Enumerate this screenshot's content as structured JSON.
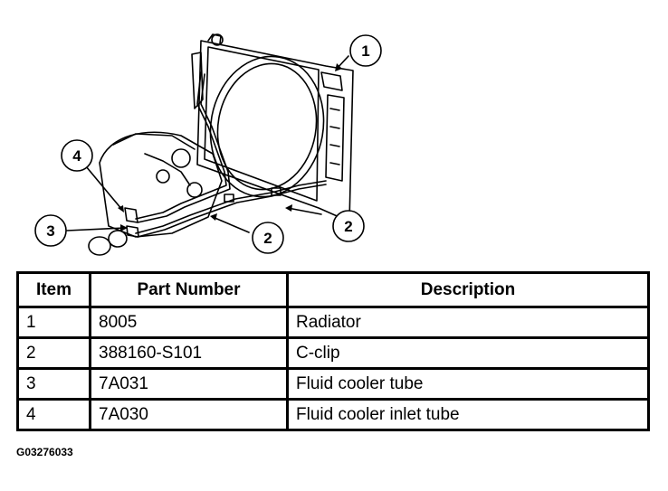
{
  "callouts": [
    "1",
    "2",
    "2",
    "3",
    "4"
  ],
  "table": {
    "headers": [
      "Item",
      "Part Number",
      "Description"
    ],
    "rows": [
      [
        "1",
        "8005",
        "Radiator"
      ],
      [
        "2",
        "388160-S101",
        "C-clip"
      ],
      [
        "3",
        "7A031",
        "Fluid cooler tube"
      ],
      [
        "4",
        "7A030",
        "Fluid cooler inlet tube"
      ]
    ]
  },
  "figure_id": "G03276033"
}
